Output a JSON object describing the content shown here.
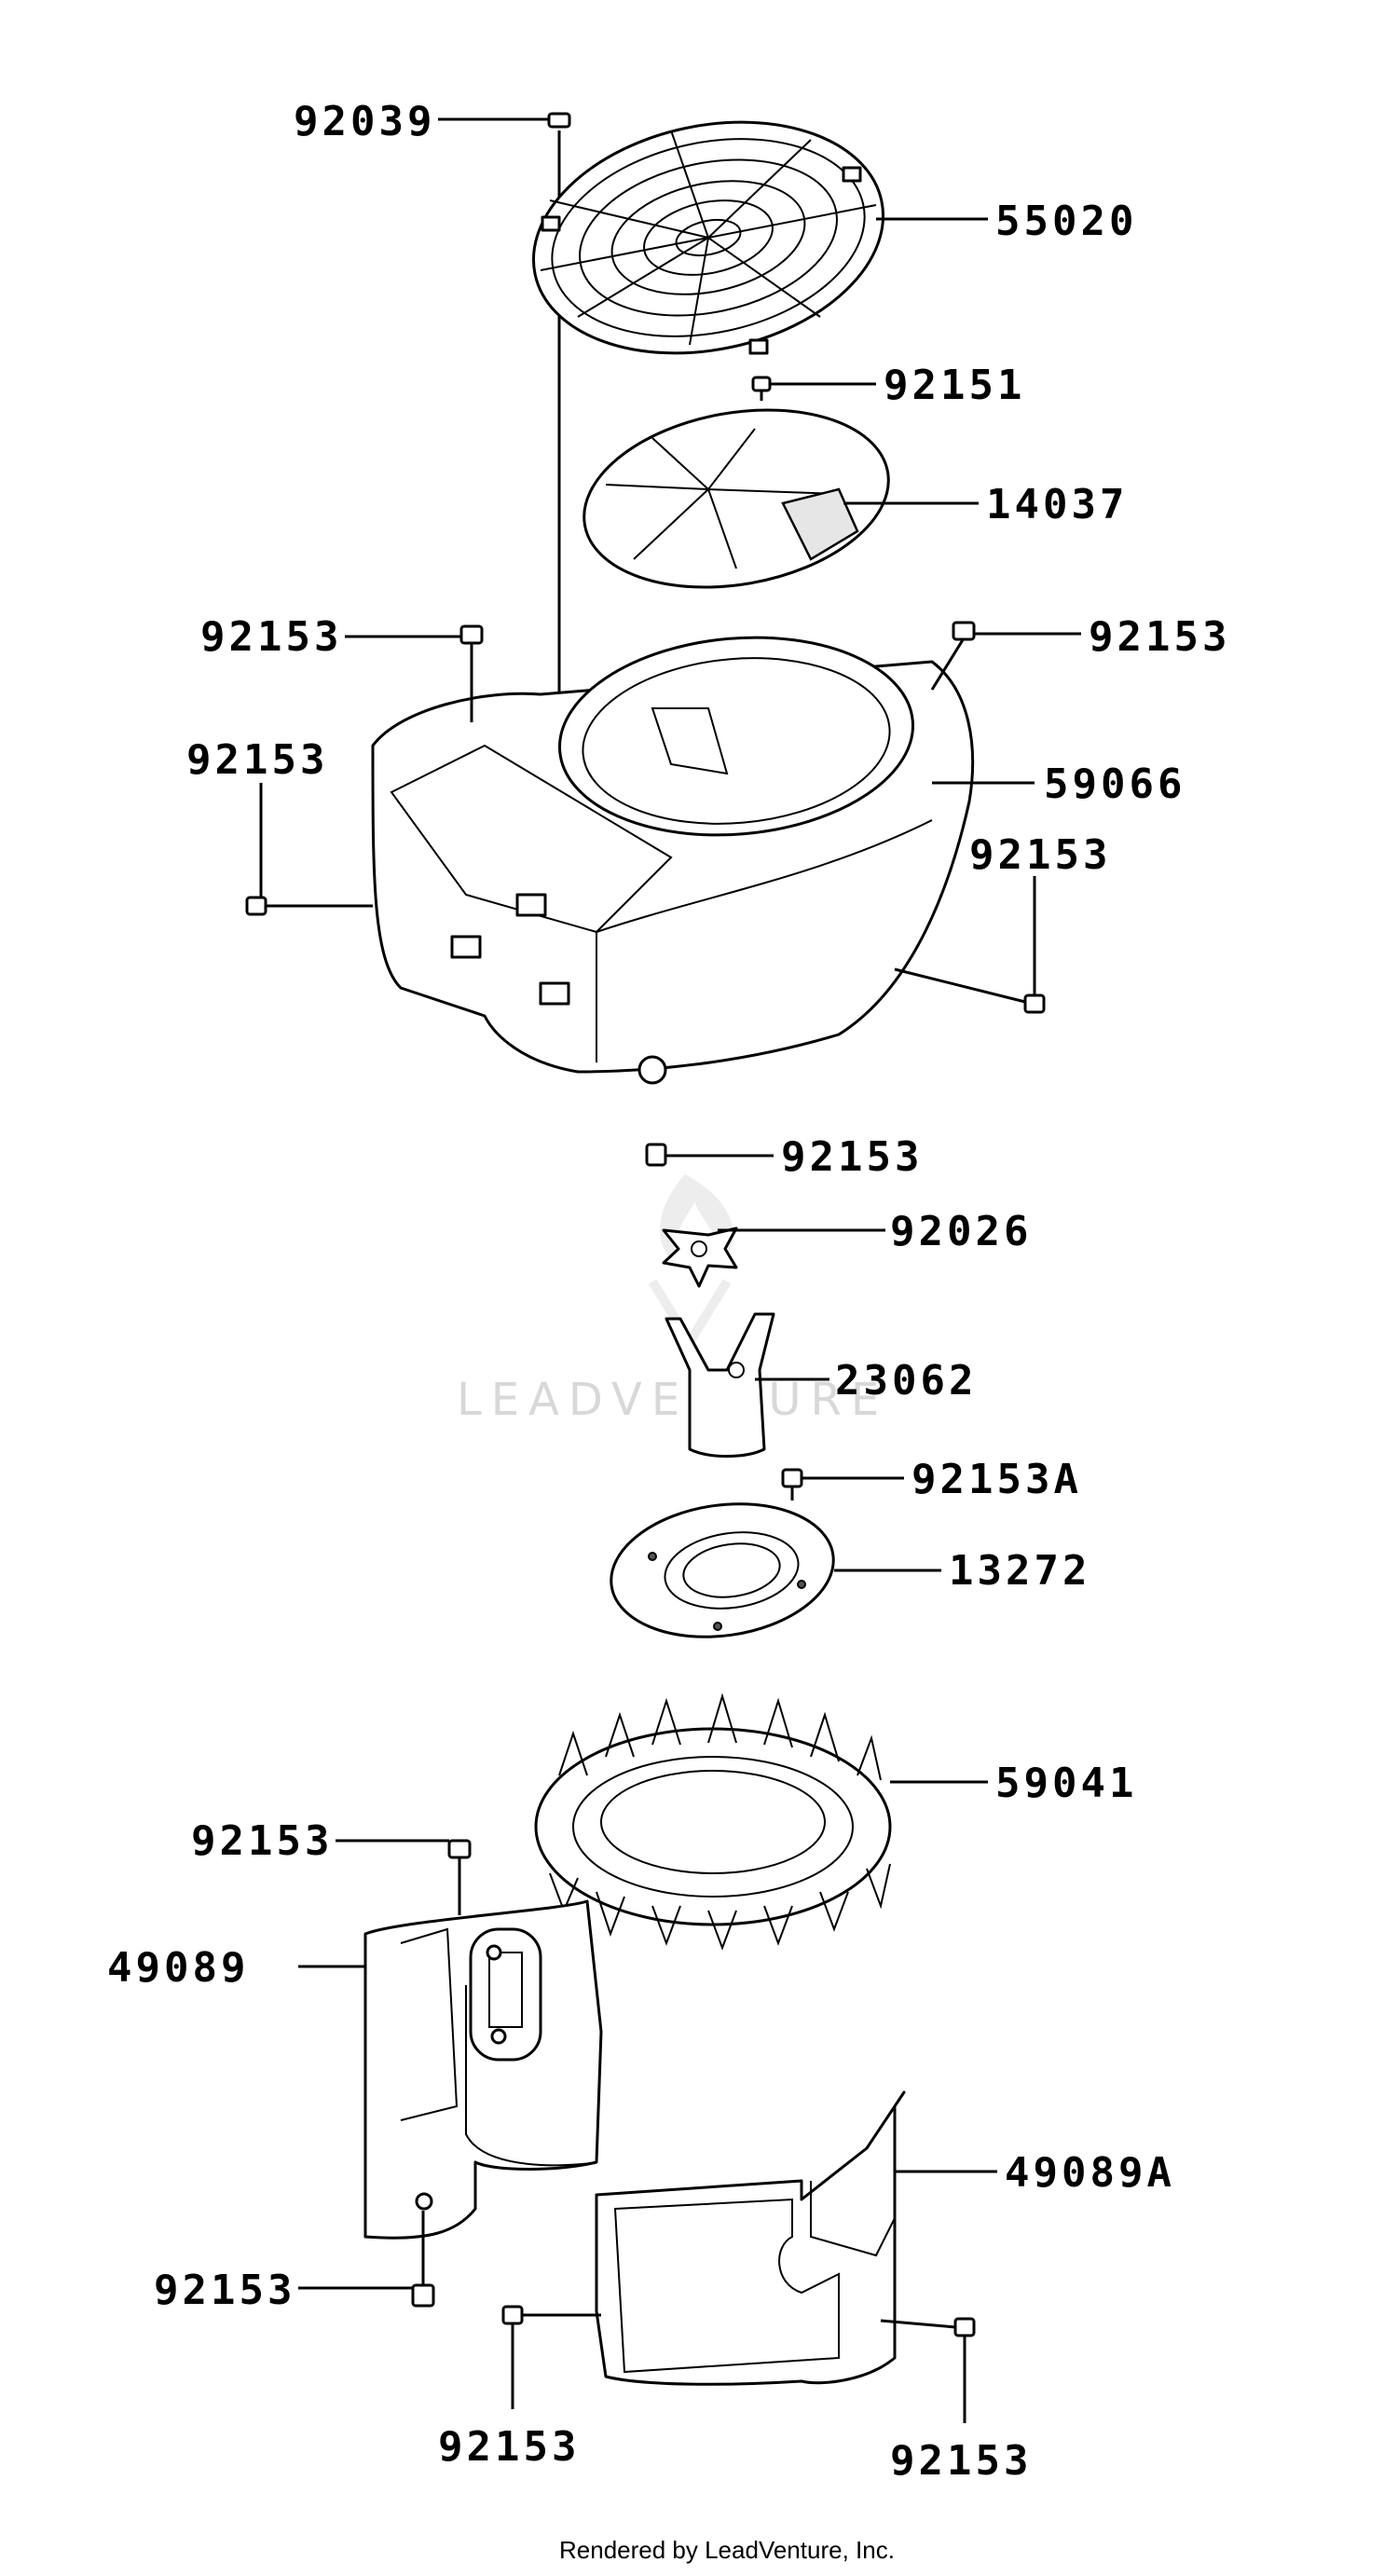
{
  "labels": {
    "l_92039": "92039",
    "l_55020": "55020",
    "l_92151": "92151",
    "l_14037": "14037",
    "l_92153_a": "92153",
    "l_92153_b": "92153",
    "l_92153_c": "92153",
    "l_59066": "59066",
    "l_92153_d": "92153",
    "l_92153_e": "92153",
    "l_92026": "92026",
    "l_23062": "23062",
    "l_92153A": "92153A",
    "l_13272": "13272",
    "l_59041": "59041",
    "l_92153_f": "92153",
    "l_49089": "49089",
    "l_49089A": "49089A",
    "l_92153_g": "92153",
    "l_92153_h": "92153",
    "l_92153_i": "92153"
  },
  "watermark": "LEADVENTURE",
  "footer": "Rendered by LeadVenture, Inc."
}
